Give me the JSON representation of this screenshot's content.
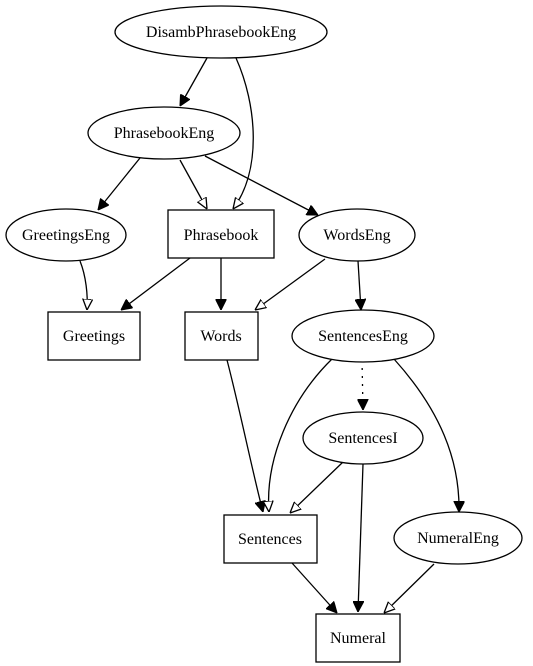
{
  "nodes": {
    "disambphrasebookeng": {
      "label": "DisambPhrasebookEng",
      "kind": "ellipse"
    },
    "phrasebookeng": {
      "label": "PhrasebookEng",
      "kind": "ellipse"
    },
    "greetingseng": {
      "label": "GreetingsEng",
      "kind": "ellipse"
    },
    "phrasebook": {
      "label": "Phrasebook",
      "kind": "box"
    },
    "wordseng": {
      "label": "WordsEng",
      "kind": "ellipse"
    },
    "greetings": {
      "label": "Greetings",
      "kind": "box"
    },
    "words": {
      "label": "Words",
      "kind": "box"
    },
    "sentenceseng": {
      "label": "SentencesEng",
      "kind": "ellipse"
    },
    "sentencesi": {
      "label": "SentencesI",
      "kind": "ellipse"
    },
    "sentences": {
      "label": "Sentences",
      "kind": "box"
    },
    "numeraleng": {
      "label": "NumeralEng",
      "kind": "ellipse"
    },
    "numeral": {
      "label": "Numeral",
      "kind": "box"
    }
  },
  "edges": [
    {
      "from": "disambphrasebookeng",
      "to": "phrasebookeng",
      "style": "solid",
      "arrow": "filled"
    },
    {
      "from": "disambphrasebookeng",
      "to": "phrasebook",
      "style": "solid",
      "arrow": "hollow"
    },
    {
      "from": "phrasebookeng",
      "to": "greetingseng",
      "style": "solid",
      "arrow": "filled"
    },
    {
      "from": "phrasebookeng",
      "to": "phrasebook",
      "style": "solid",
      "arrow": "hollow"
    },
    {
      "from": "phrasebookeng",
      "to": "wordseng",
      "style": "solid",
      "arrow": "filled"
    },
    {
      "from": "greetingseng",
      "to": "greetings",
      "style": "solid",
      "arrow": "hollow"
    },
    {
      "from": "phrasebook",
      "to": "greetings",
      "style": "solid",
      "arrow": "filled"
    },
    {
      "from": "phrasebook",
      "to": "words",
      "style": "solid",
      "arrow": "filled"
    },
    {
      "from": "wordseng",
      "to": "words",
      "style": "solid",
      "arrow": "hollow"
    },
    {
      "from": "wordseng",
      "to": "sentenceseng",
      "style": "solid",
      "arrow": "filled"
    },
    {
      "from": "words",
      "to": "sentences",
      "style": "solid",
      "arrow": "filled"
    },
    {
      "from": "sentenceseng",
      "to": "sentencesi",
      "style": "dotted",
      "arrow": "filled"
    },
    {
      "from": "sentenceseng",
      "to": "sentences",
      "style": "solid",
      "arrow": "hollow"
    },
    {
      "from": "sentenceseng",
      "to": "numeraleng",
      "style": "solid",
      "arrow": "filled"
    },
    {
      "from": "sentencesi",
      "to": "sentences",
      "style": "solid",
      "arrow": "hollow"
    },
    {
      "from": "sentencesi",
      "to": "numeral",
      "style": "solid",
      "arrow": "filled"
    },
    {
      "from": "sentences",
      "to": "numeral",
      "style": "solid",
      "arrow": "filled"
    },
    {
      "from": "numeraleng",
      "to": "numeral",
      "style": "solid",
      "arrow": "hollow"
    }
  ]
}
